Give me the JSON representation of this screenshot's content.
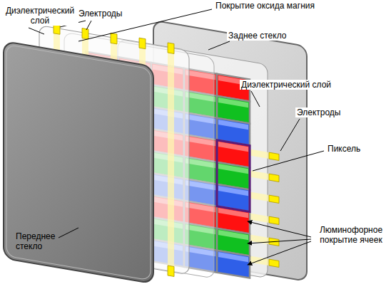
{
  "diagram": {
    "labels": [
      "Диэлектрический слой",
      "Электроды",
      "Покрытие оксида магния",
      "Заднее стекло",
      "Диэлектрический слой",
      "Электроды",
      "Пиксель",
      "Люминофорное покрытие ячеек",
      "Переднее стекло"
    ]
  }
}
